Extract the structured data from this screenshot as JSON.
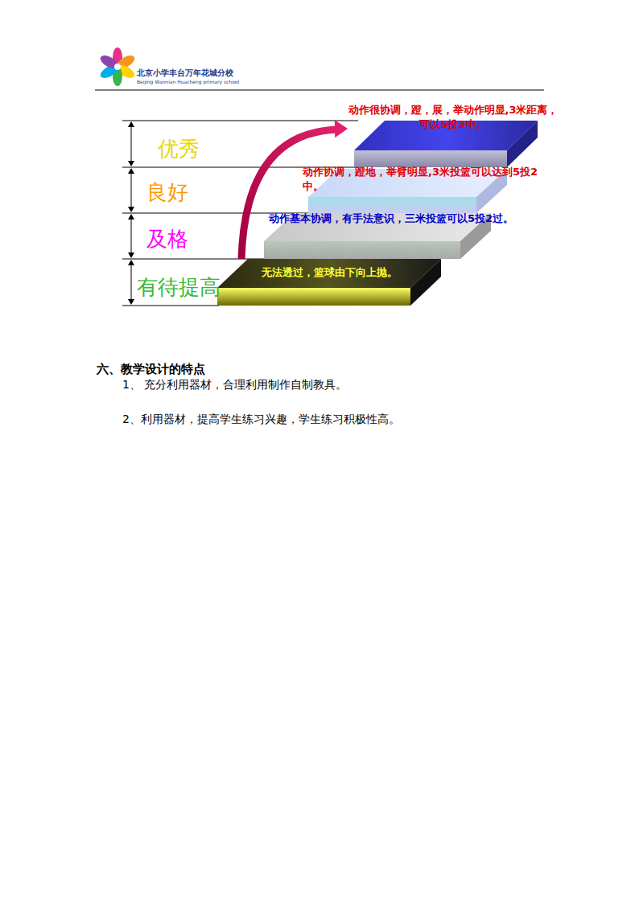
{
  "diagram": {
    "nodes": [
      {
        "text": [
          "动作很协调，蹬，展，举动作明显,3米距离，可以5投3中。"
        ]
      },
      {
        "text": [
          "动作协调，蹬地，举臂明显,3米投篮可以达到5投2中。"
        ]
      },
      {
        "text": [
          "动作基本协调，有手法意识，三米投篮可以5投2过。"
        ]
      },
      {
        "text": [
          "无法透过，篮球由下向上抛。"
        ]
      }
    ],
    "edges": [
      {
        "from": 3,
        "to": 0,
        "arrow": "to"
      }
    ],
    "labels": [
      "北京小学丰台万年花城分校",
      "Beijing Wannian Huacheng primary school",
      "优秀",
      "良好",
      "及格",
      "有待提高",
      "六、教学设计的特点",
      "1、 充分利用器材，合理利用制作自制教具。",
      "2、利用器材，提高学生练习兴趣，学生练习积极性高。"
    ]
  }
}
